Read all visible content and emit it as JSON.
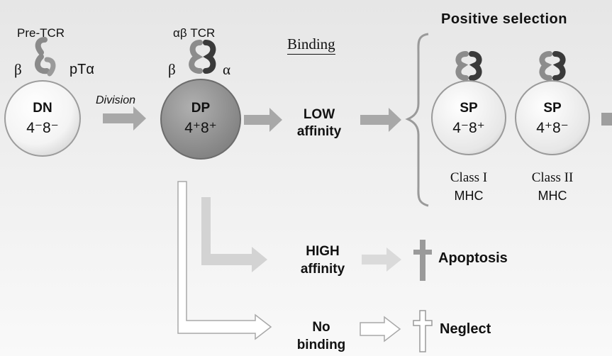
{
  "pre_tcr": {
    "title": "Pre-TCR",
    "left_chain": "β",
    "right_chain": "pTα"
  },
  "ab_tcr": {
    "title": "αβ TCR",
    "left_chain": "β",
    "right_chain": "α"
  },
  "cells": [
    {
      "id": "dn",
      "name": "DN",
      "marker": "4⁻8⁻"
    },
    {
      "id": "dp",
      "name": "DP",
      "marker": "4⁺8⁺"
    },
    {
      "id": "sp1",
      "name": "SP",
      "marker": "4⁻8⁺",
      "label": [
        "Class I",
        "MHC"
      ]
    },
    {
      "id": "sp2",
      "name": "SP",
      "marker": "4⁺8⁻",
      "label": [
        "Class II",
        "MHC"
      ]
    }
  ],
  "division_label": "Division",
  "binding_heading": "Binding",
  "positive_selection": "Positive selection",
  "low_affinity": [
    "LOW",
    "affinity"
  ],
  "high_affinity": [
    "HIGH",
    "affinity"
  ],
  "no_binding": [
    "No",
    "binding"
  ],
  "apoptosis": "Apoptosis",
  "neglect": "Neglect"
}
